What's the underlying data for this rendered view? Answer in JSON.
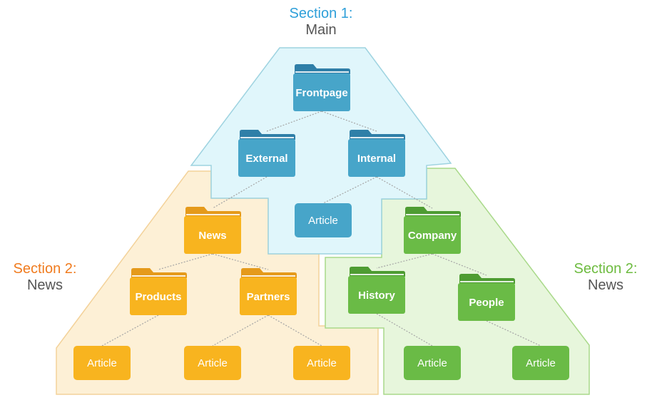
{
  "colors": {
    "blue_region_fill": "#e0f6fb",
    "blue_region_stroke": "#9ed3e0",
    "orange_region_fill": "#fdf0d6",
    "orange_region_stroke": "#f3d29a",
    "green_region_fill": "#e7f6dc",
    "green_region_stroke": "#a9d98a",
    "blue_tab": "#2f7fa8",
    "blue_body": "#47a5c9",
    "orange_tab": "#e59a1b",
    "orange_body": "#f8b41f",
    "green_tab": "#4e9c32",
    "green_body": "#6abb46",
    "connector": "#a5a5a5",
    "title_blue": "#2e9fd9",
    "title_orange": "#f07b1e",
    "title_green": "#6dbb3f",
    "subtitle_gray": "#555555"
  },
  "sections": {
    "main": {
      "title": "Section 1:",
      "subtitle": "Main"
    },
    "news_left": {
      "title": "Section 2:",
      "subtitle": "News"
    },
    "news_right": {
      "title": "Section 2:",
      "subtitle": "News"
    }
  },
  "nodes": {
    "frontpage": {
      "label": "Frontpage",
      "kind": "folder"
    },
    "external": {
      "label": "External",
      "kind": "folder"
    },
    "internal": {
      "label": "Internal",
      "kind": "folder"
    },
    "article_main": {
      "label": "Article",
      "kind": "article"
    },
    "news": {
      "label": "News",
      "kind": "folder"
    },
    "products": {
      "label": "Products",
      "kind": "folder"
    },
    "partners": {
      "label": "Partners",
      "kind": "folder"
    },
    "article_products": {
      "label": "Article",
      "kind": "article"
    },
    "article_partners_1": {
      "label": "Article",
      "kind": "article"
    },
    "article_partners_2": {
      "label": "Article",
      "kind": "article"
    },
    "company": {
      "label": "Company",
      "kind": "folder"
    },
    "history": {
      "label": "History",
      "kind": "folder"
    },
    "people": {
      "label": "People",
      "kind": "folder"
    },
    "article_history": {
      "label": "Article",
      "kind": "article"
    },
    "article_people": {
      "label": "Article",
      "kind": "article"
    }
  },
  "edges": [
    [
      "frontpage",
      "external"
    ],
    [
      "frontpage",
      "internal"
    ],
    [
      "internal",
      "article_main"
    ],
    [
      "external",
      "news"
    ],
    [
      "internal",
      "company"
    ],
    [
      "news",
      "products"
    ],
    [
      "news",
      "partners"
    ],
    [
      "products",
      "article_products"
    ],
    [
      "partners",
      "article_partners_1"
    ],
    [
      "partners",
      "article_partners_2"
    ],
    [
      "company",
      "history"
    ],
    [
      "company",
      "people"
    ],
    [
      "history",
      "article_history"
    ],
    [
      "people",
      "article_people"
    ]
  ]
}
